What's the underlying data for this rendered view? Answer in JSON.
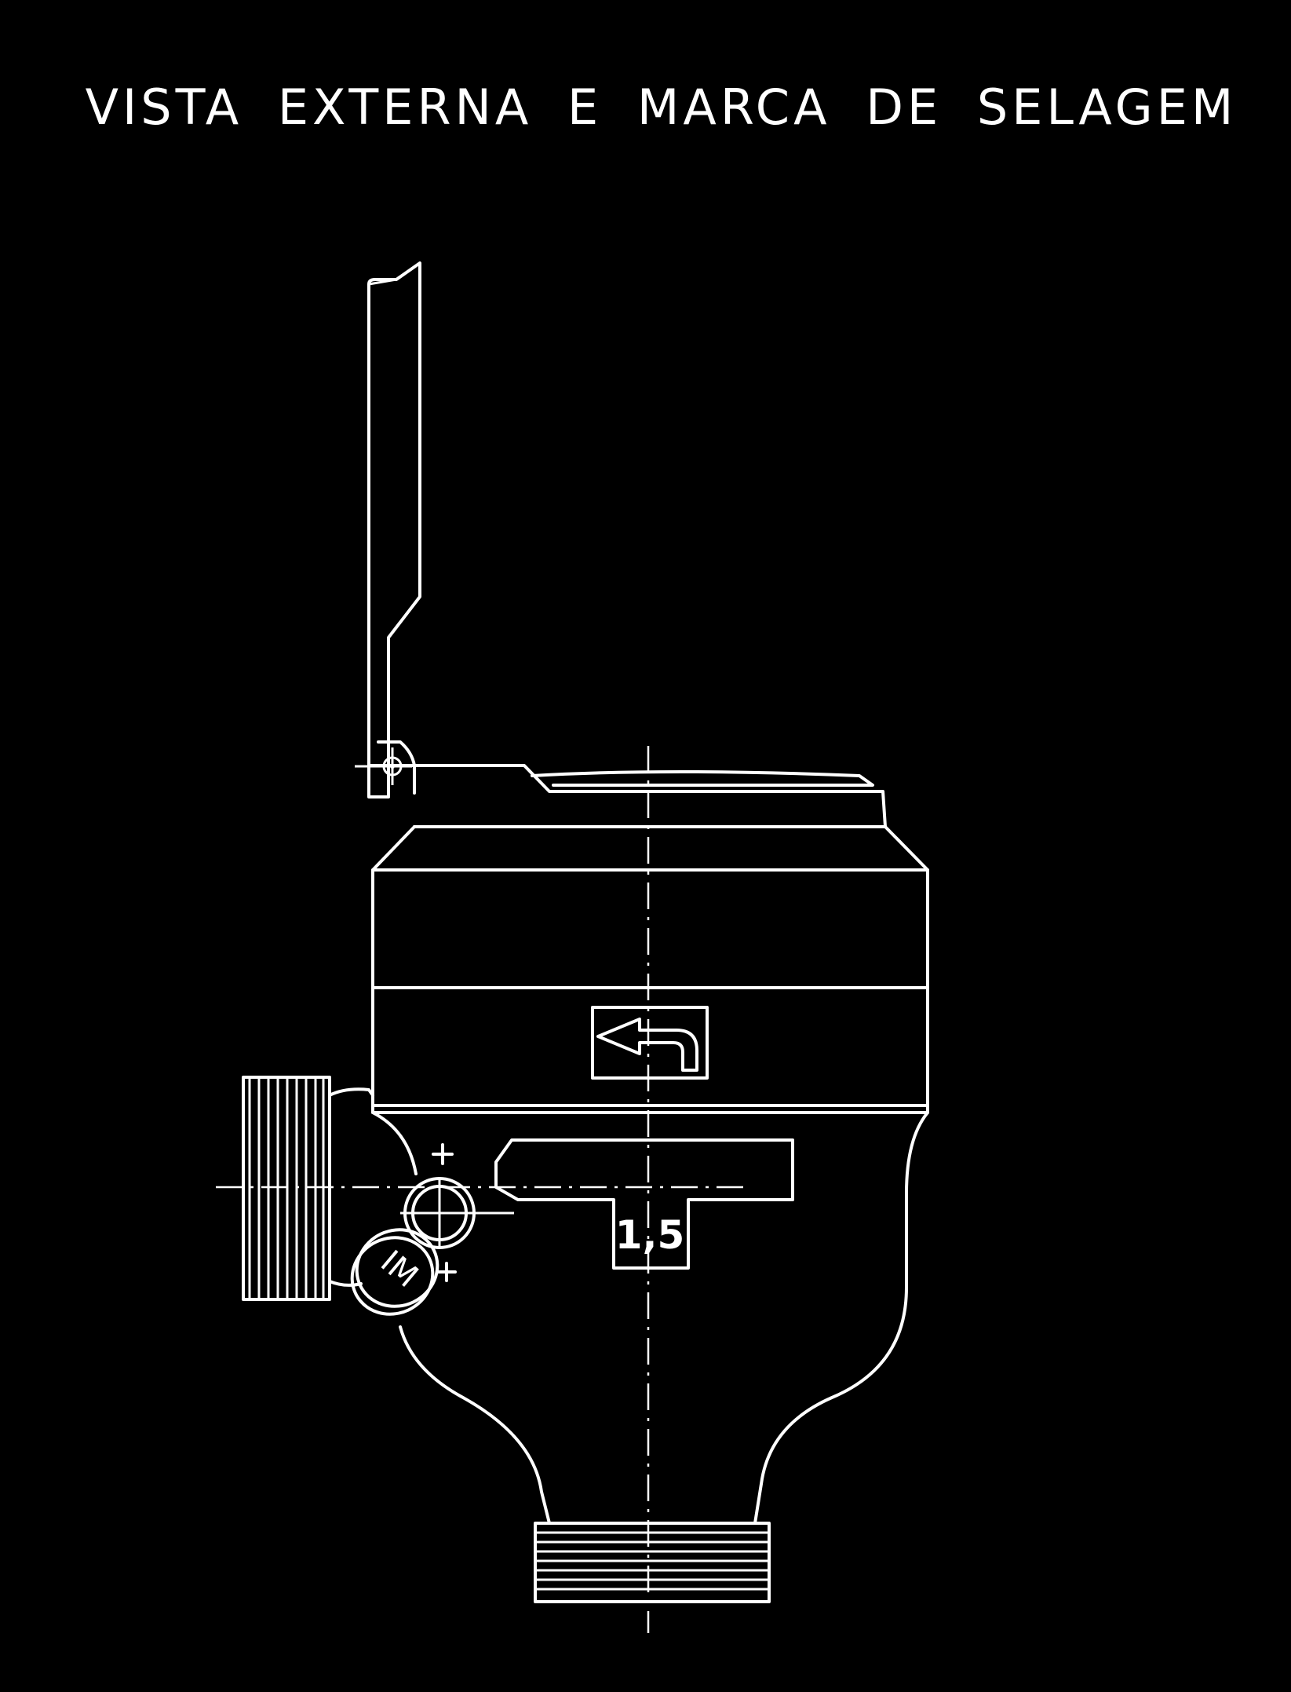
{
  "title": "VISTA EXTERNA E MARCA DE SELAGEM",
  "class_plate": "1,5",
  "seal_mark": "IM"
}
